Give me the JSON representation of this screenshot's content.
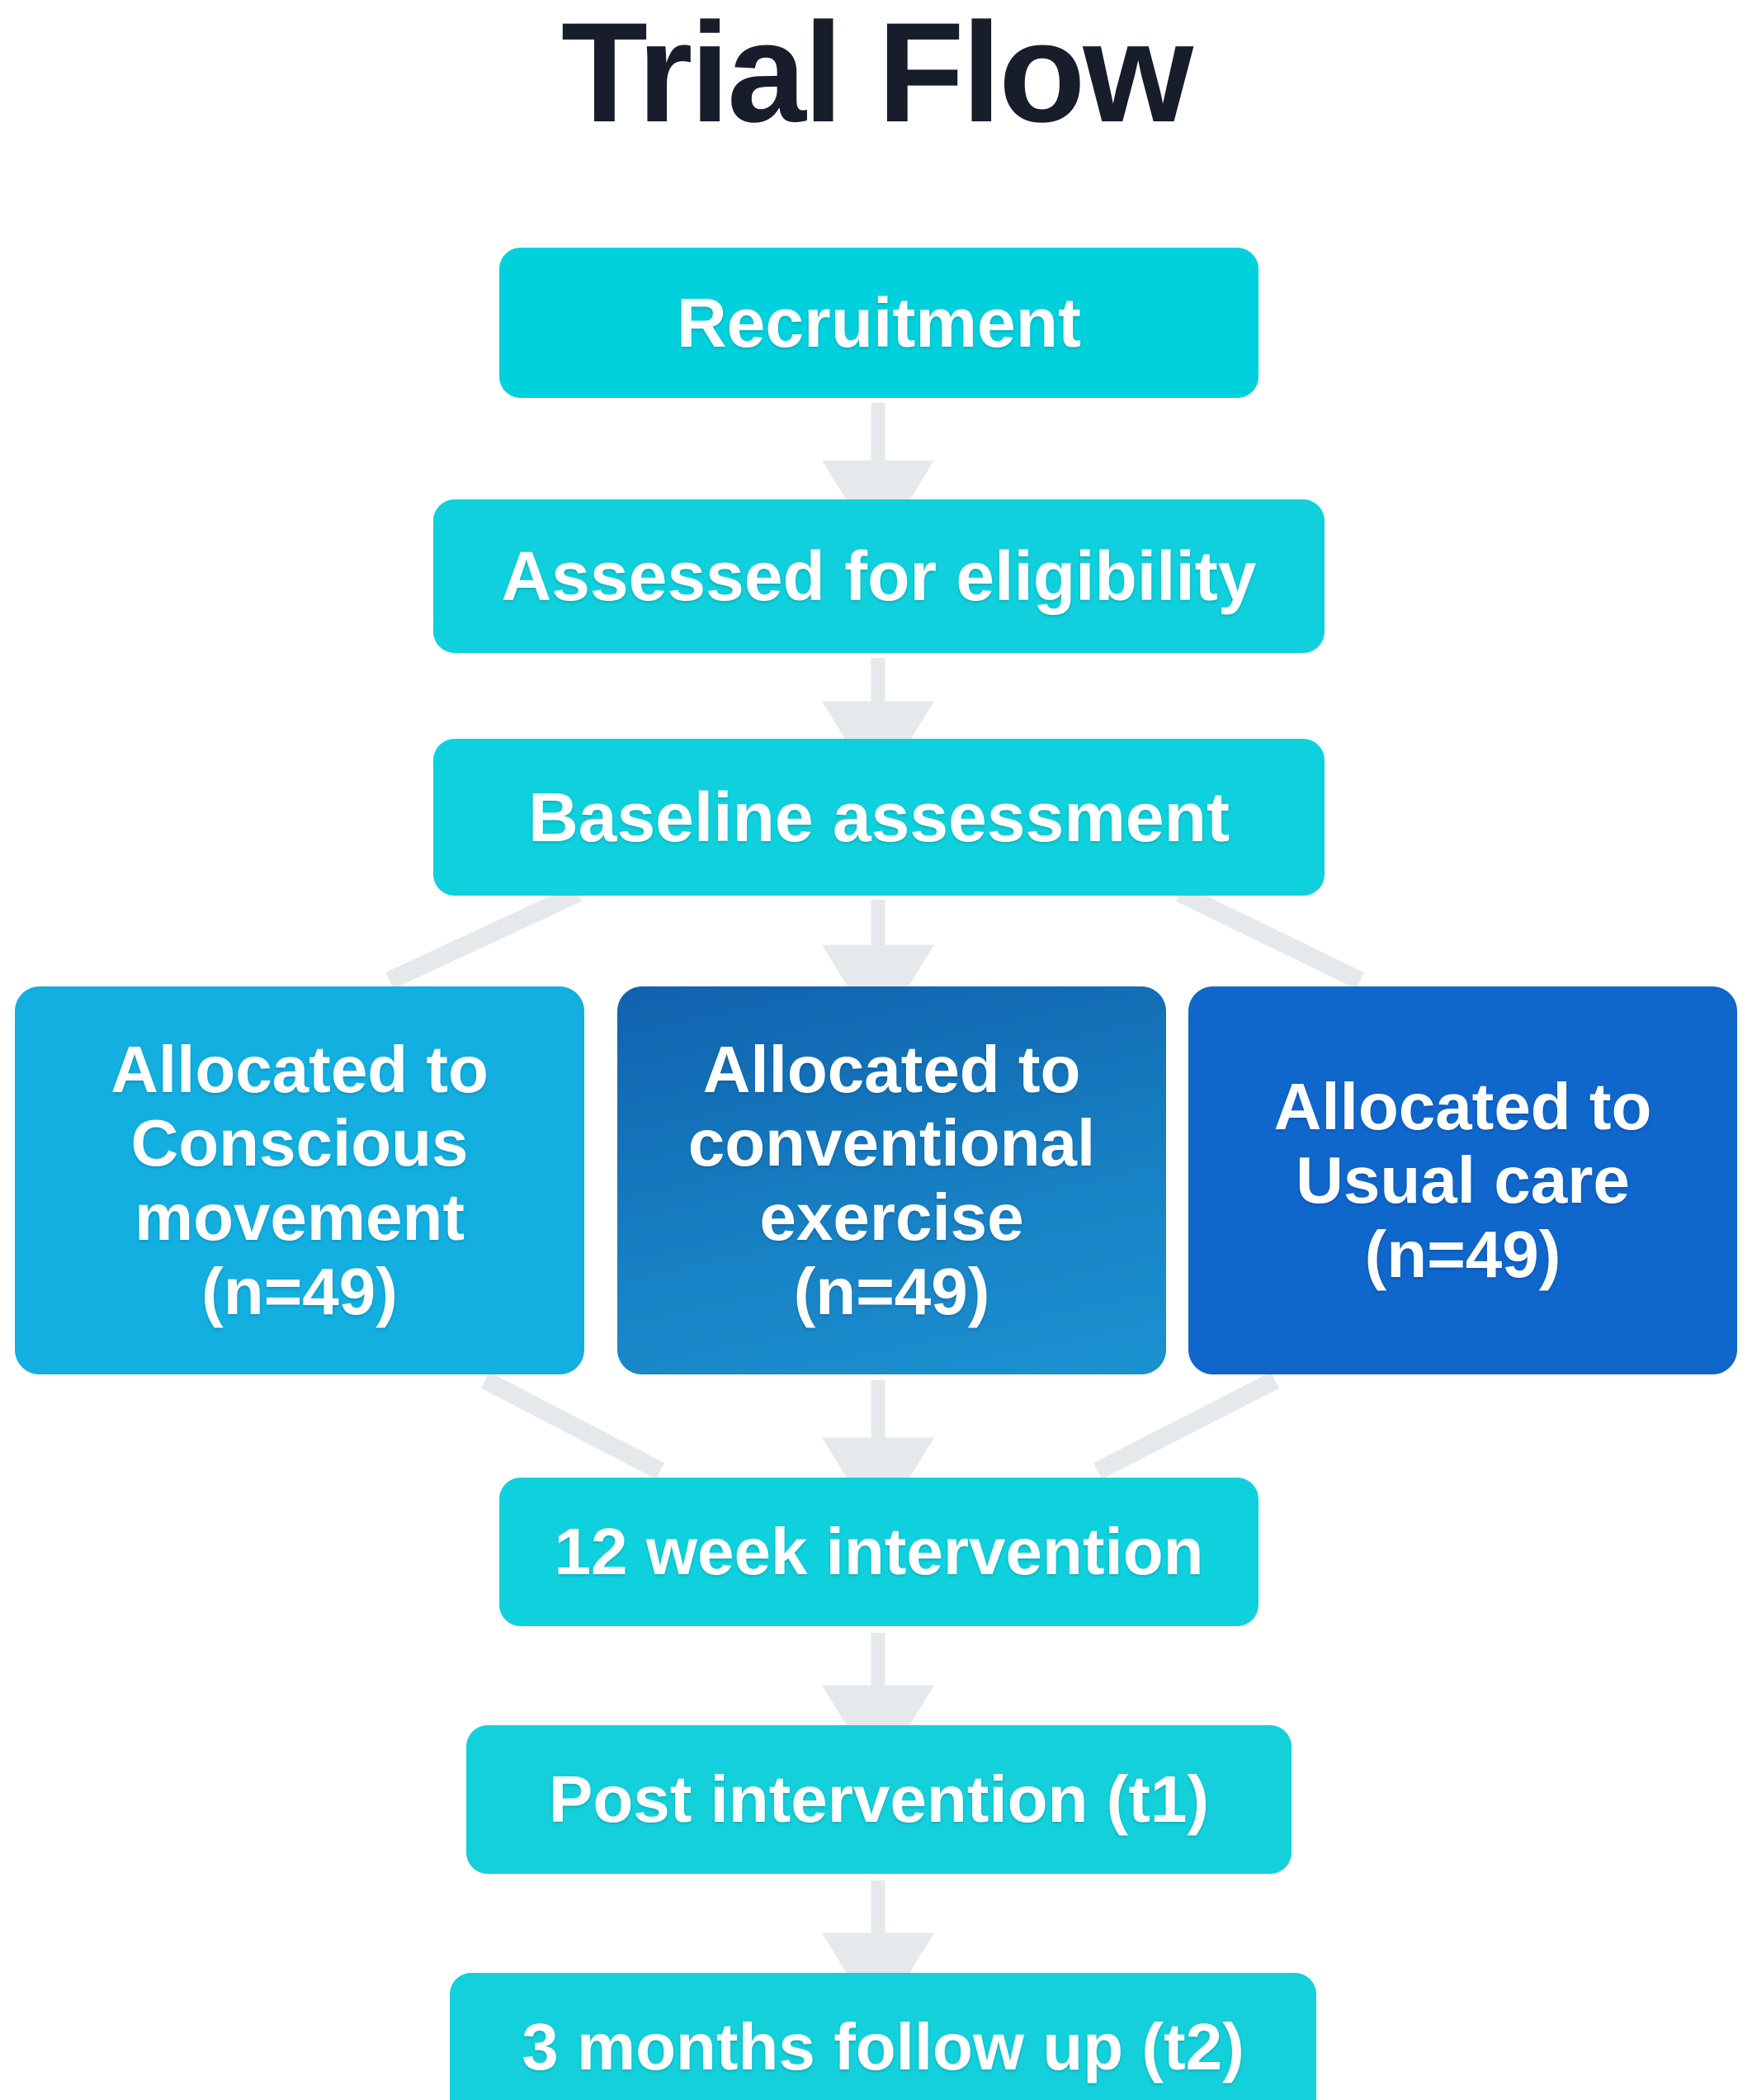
{
  "diagram": {
    "title": "Trial Flow",
    "type": "flowchart",
    "title_color": "#171D2B",
    "background_color": "#ffffff",
    "connector_color": "#E5E9EB",
    "nodes": [
      {
        "id": "recruitment",
        "label": "Recruitment",
        "color": "#00D1DD",
        "row": 1
      },
      {
        "id": "eligibility",
        "label": "Assessed for eligibility",
        "color": "#0FD0DC",
        "row": 2
      },
      {
        "id": "baseline",
        "label": "Baseline assessment",
        "color": "#0FD1DD",
        "row": 3
      },
      {
        "id": "alloc_conscious",
        "label": "Allocated to\nConscious\nmovement\n(n=49)",
        "color": "#12AFE0",
        "row": 4,
        "arm": "Conscious movement",
        "n": 49
      },
      {
        "id": "alloc_conventional",
        "label": "Allocated to\nconventional\nexercise\n(n=49)",
        "color": "#1579BC",
        "row": 4,
        "arm": "conventional exercise",
        "n": 49
      },
      {
        "id": "alloc_usual",
        "label": "Allocated to\nUsual care\n(n=49)",
        "color": "#0F66CB",
        "row": 4,
        "arm": "Usual care",
        "n": 49
      },
      {
        "id": "intervention",
        "label": "12 week intervention",
        "color": "#0FD1DD",
        "row": 5
      },
      {
        "id": "post",
        "label": "Post intervention (t1)",
        "color": "#13D0DB",
        "row": 6
      },
      {
        "id": "followup",
        "label": "3 months follow up (t2)",
        "color": "#13D0DB",
        "row": 7
      }
    ],
    "edges": [
      {
        "from": "recruitment",
        "to": "eligibility",
        "style": "arrow-down"
      },
      {
        "from": "eligibility",
        "to": "baseline",
        "style": "arrow-down"
      },
      {
        "from": "baseline",
        "to": "alloc_conscious",
        "style": "diagonal-left"
      },
      {
        "from": "baseline",
        "to": "alloc_conventional",
        "style": "arrow-down"
      },
      {
        "from": "baseline",
        "to": "alloc_usual",
        "style": "diagonal-right"
      },
      {
        "from": "alloc_conscious",
        "to": "intervention",
        "style": "diagonal-right"
      },
      {
        "from": "alloc_conventional",
        "to": "intervention",
        "style": "arrow-down"
      },
      {
        "from": "alloc_usual",
        "to": "intervention",
        "style": "diagonal-left"
      },
      {
        "from": "intervention",
        "to": "post",
        "style": "arrow-down"
      },
      {
        "from": "post",
        "to": "followup",
        "style": "arrow-down"
      }
    ]
  }
}
